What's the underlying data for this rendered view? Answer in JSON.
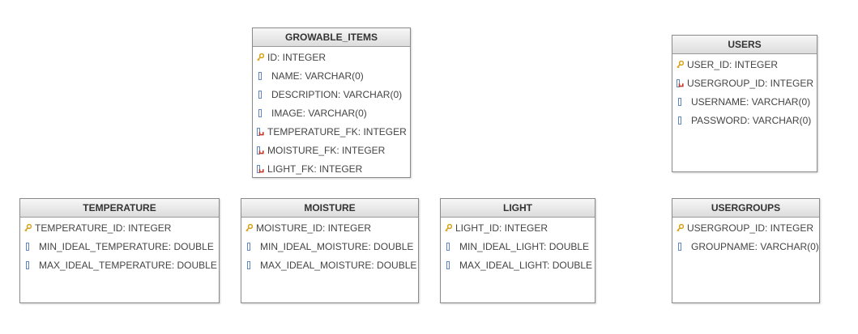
{
  "entities": {
    "growable_items": {
      "title": "GROWABLE_ITEMS",
      "attributes": [
        {
          "text": "ID: INTEGER",
          "icon": "key-icon"
        },
        {
          "text": "NAME: VARCHAR(0)",
          "icon": "column-icon"
        },
        {
          "text": "DESCRIPTION: VARCHAR(0)",
          "icon": "column-icon"
        },
        {
          "text": "IMAGE: VARCHAR(0)",
          "icon": "column-icon"
        },
        {
          "text": "TEMPERATURE_FK: INTEGER",
          "icon": "foreign-key-icon"
        },
        {
          "text": "MOISTURE_FK: INTEGER",
          "icon": "foreign-key-icon"
        },
        {
          "text": "LIGHT_FK: INTEGER",
          "icon": "foreign-key-icon"
        }
      ]
    },
    "users": {
      "title": "USERS",
      "attributes": [
        {
          "text": "USER_ID: INTEGER",
          "icon": "key-icon"
        },
        {
          "text": "USERGROUP_ID: INTEGER",
          "icon": "foreign-key-icon"
        },
        {
          "text": "USERNAME: VARCHAR(0)",
          "icon": "column-icon"
        },
        {
          "text": "PASSWORD: VARCHAR(0)",
          "icon": "column-icon"
        }
      ]
    },
    "temperature": {
      "title": "TEMPERATURE",
      "attributes": [
        {
          "text": "TEMPERATURE_ID: INTEGER",
          "icon": "key-icon"
        },
        {
          "text": "MIN_IDEAL_TEMPERATURE: DOUBLE",
          "icon": "column-icon"
        },
        {
          "text": "MAX_IDEAL_TEMPERATURE: DOUBLE",
          "icon": "column-icon"
        }
      ]
    },
    "moisture": {
      "title": "MOISTURE",
      "attributes": [
        {
          "text": "MOISTURE_ID: INTEGER",
          "icon": "key-icon"
        },
        {
          "text": "MIN_IDEAL_MOISTURE: DOUBLE",
          "icon": "column-icon"
        },
        {
          "text": "MAX_IDEAL_MOISTURE: DOUBLE",
          "icon": "column-icon"
        }
      ]
    },
    "light": {
      "title": "LIGHT",
      "attributes": [
        {
          "text": "LIGHT_ID: INTEGER",
          "icon": "key-icon"
        },
        {
          "text": "MIN_IDEAL_LIGHT: DOUBLE",
          "icon": "column-icon"
        },
        {
          "text": "MAX_IDEAL_LIGHT: DOUBLE",
          "icon": "column-icon"
        }
      ]
    },
    "usergroups": {
      "title": "USERGROUPS",
      "attributes": [
        {
          "text": "USERGROUP_ID: INTEGER",
          "icon": "key-icon"
        },
        {
          "text": "GROUPNAME: VARCHAR(0)",
          "icon": "column-icon"
        }
      ]
    }
  },
  "colors": {
    "key": "#d9a21b",
    "column": "#5f86c4",
    "foreign_key_mark": "#c0392b"
  }
}
